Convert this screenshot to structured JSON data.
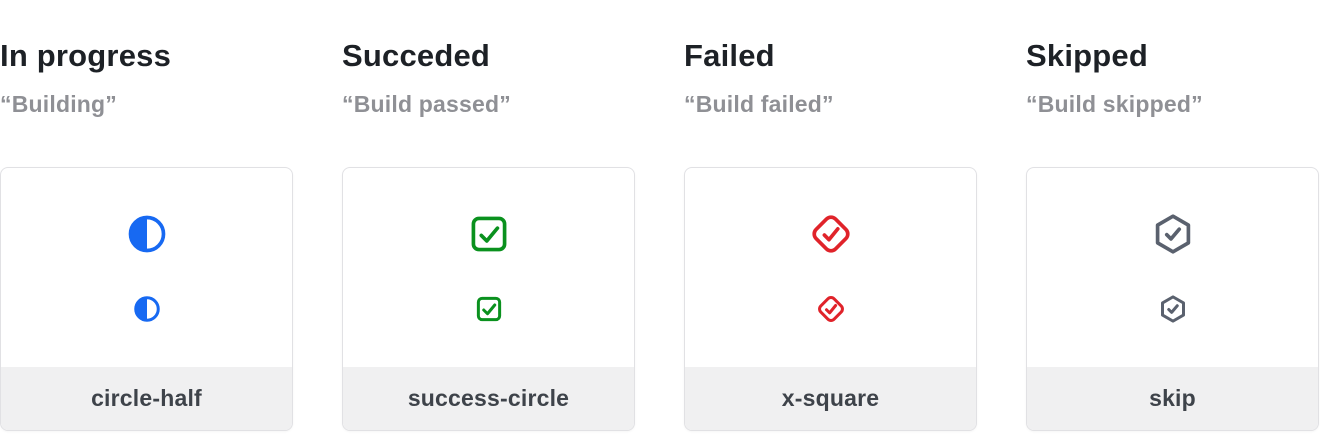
{
  "page": {
    "background": "#ffffff",
    "card_border_color": "#e1e1e4",
    "card_footer_background": "#f0f0f1",
    "title_color": "#1d2126",
    "subtitle_color": "#8f9095",
    "footer_label_color": "#3e434a"
  },
  "columns": [
    {
      "title": "In progress",
      "subtitle": "“Building”",
      "icon": "circle-half-icon",
      "label": "circle-half",
      "color": "#1769f2"
    },
    {
      "title": "Succeded",
      "subtitle": "“Build passed”",
      "icon": "check-square-icon",
      "label": "success-circle",
      "color": "#0a911e"
    },
    {
      "title": "Failed",
      "subtitle": "“Build failed”",
      "icon": "check-diamond-icon",
      "label": "x-square",
      "color": "#e0232a"
    },
    {
      "title": "Skipped",
      "subtitle": "“Build skipped”",
      "icon": "check-hexagon-icon",
      "label": "skip",
      "color": "#5a616e"
    }
  ]
}
